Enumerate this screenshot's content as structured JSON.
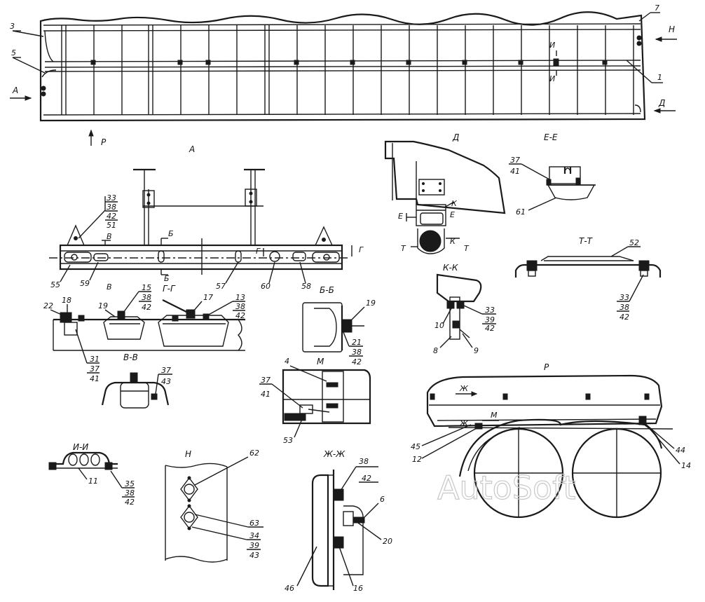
{
  "views": {
    "A": "A",
    "D": "Д",
    "EE": "Е-Е",
    "TT": "Т-Т",
    "KK": "К-К",
    "BB": "Б-Б",
    "GG": "Г-Г",
    "VV": "В-В",
    "M": "М",
    "R": "Р",
    "II": "И-И",
    "N": "Н",
    "ZhZh": "Ж-Ж"
  },
  "markers": {
    "A": "А",
    "D": "Д",
    "N": "Н",
    "R": "Р",
    "I": "И",
    "B": "Б",
    "V": "В",
    "G": "Г",
    "E": "Е",
    "K": "К",
    "T": "Т",
    "Zh": "Ж",
    "M": "М"
  },
  "callouts": {
    "c1": "1",
    "c3": "3",
    "c5": "5",
    "c7": "7",
    "c4": "4",
    "c6": "6",
    "c8": "8",
    "c9": "9",
    "c10": "10",
    "c11": "11",
    "c12": "12",
    "c13": "13",
    "c14": "14",
    "c15": "15",
    "c16": "16",
    "c17": "17",
    "c18": "18",
    "c19": "19",
    "c19b": "19",
    "c20": "20",
    "c21": "21",
    "c22": "22",
    "c31": "31",
    "c33": "33",
    "c34": "34",
    "c35": "35",
    "c37": "37",
    "c38": "38",
    "c39": "39",
    "c41": "41",
    "c42": "42",
    "c43": "43",
    "c44": "44",
    "c45": "45",
    "c46": "46",
    "c51": "51",
    "c52": "52",
    "c53": "53",
    "c55": "55",
    "c57": "57",
    "c59": "59",
    "c60": "60",
    "c61": "61",
    "c62": "62",
    "c63": "63",
    "c58": "58"
  },
  "stacks": {
    "s_a": [
      "33",
      "38",
      "42",
      "51"
    ],
    "s_15": [
      "15",
      "38",
      "42"
    ],
    "s_13": [
      "13",
      "38",
      "42"
    ],
    "s_31": [
      "31",
      "37",
      "41"
    ],
    "s_vv": [
      "37",
      "43"
    ],
    "s_bb": [
      "21",
      "38",
      "42"
    ],
    "s_m": [
      "37",
      "41"
    ],
    "s_ee": [
      "37",
      "41"
    ],
    "s_tt": [
      "33",
      "38",
      "42"
    ],
    "s_kk": [
      "33",
      "39",
      "42"
    ],
    "s_ii": [
      "35",
      "38",
      "42"
    ],
    "s_n": [
      "34",
      "39",
      "43"
    ],
    "s_zz": [
      "38",
      "42"
    ]
  },
  "watermark": "AutoSoft"
}
